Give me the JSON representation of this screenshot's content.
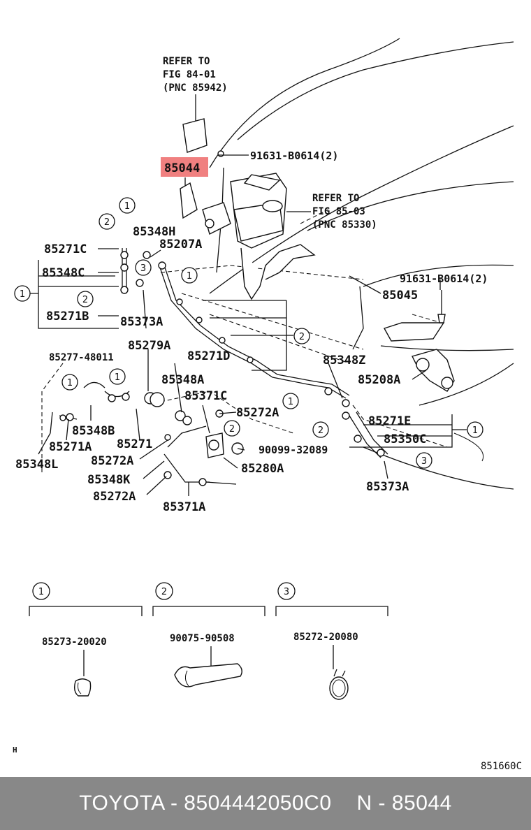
{
  "refer_notes": {
    "refer_1": {
      "line1": "REFER TO",
      "line2": "FIG 84-01",
      "line3": "(PNC 85942)"
    },
    "refer_2": {
      "line1": "REFER TO",
      "line2": "FIG 85-03",
      "line3": "(PNC 85330)"
    }
  },
  "highlighted_part": {
    "number": "85044",
    "color": "#f08080"
  },
  "part_labels": [
    "91631-B0614(2)",
    "85348H",
    "85207A",
    "85271C",
    "85348C",
    "85271B",
    "85373A",
    "91631-B0614(2)",
    "85045",
    "85279A",
    "85277-48011",
    "85271D",
    "85348Z",
    "85208A",
    "85348A",
    "85371C",
    "85272A",
    "85348B",
    "85271",
    "85272A",
    "90099-32089",
    "85271A",
    "85348L",
    "85348K",
    "85280A",
    "85272A",
    "85371A",
    "85271E",
    "85350C",
    "85373A"
  ],
  "callouts": [
    "1",
    "2",
    "3"
  ],
  "legend": [
    {
      "key": "1",
      "part_number": "85273-20020"
    },
    {
      "key": "2",
      "part_number": "90075-90508"
    },
    {
      "key": "3",
      "part_number": "85272-20080"
    }
  ],
  "corner_mark": "H",
  "figure_code": "851660C",
  "footer": {
    "left": "TOYOTA - 8504442050C0",
    "right": "N - 85044"
  }
}
